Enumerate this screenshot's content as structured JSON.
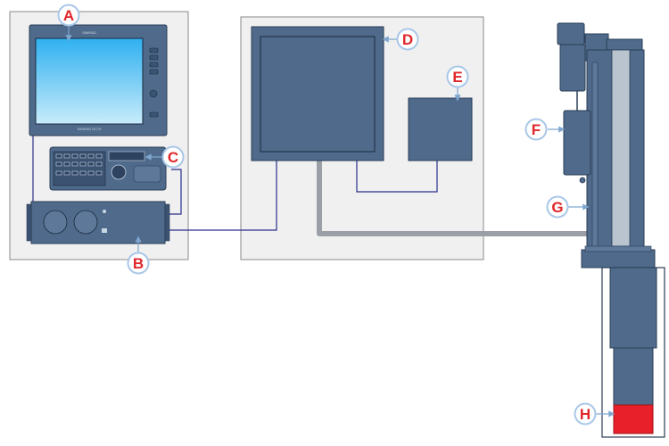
{
  "diagram": {
    "callouts": {
      "A": "A",
      "B": "B",
      "C": "C",
      "D": "D",
      "E": "E",
      "F": "F",
      "G": "G",
      "H": "H"
    },
    "monitor": {
      "brand_label": "SIMRAD",
      "model_label": "SIMRAD EC70"
    }
  },
  "colors": {
    "unit_fill": "#4f6a8a",
    "unit_stroke": "#2a3d57",
    "panel_bg": "#f0f0f0",
    "panel_border": "#8a8a8a",
    "cable_thin": "#2a2f8a",
    "cable_thick": "#9aa0a6",
    "screen_top": "#2fb0f0",
    "screen_bottom": "#bfe8fb",
    "transducer": "#e8202a",
    "callout_ring": "#a9c7e8",
    "callout_text": "#e0262a"
  }
}
